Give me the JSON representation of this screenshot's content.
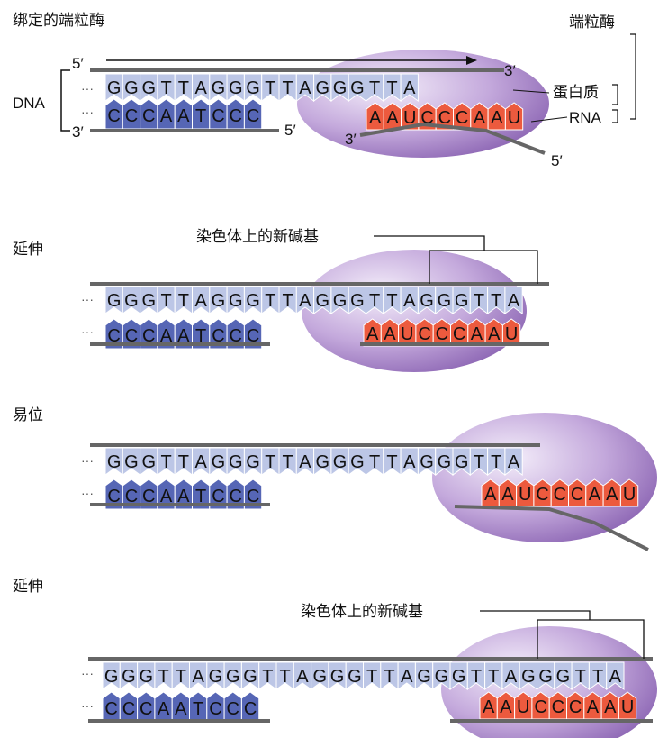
{
  "title": "绑定的端粒酶",
  "labels": {
    "telomerase": "端粒酶",
    "protein": "蛋白质",
    "rna": "RNA",
    "dna": "DNA",
    "new_bases": "染色体上的新碱基",
    "prime5": "5′",
    "prime3": "3′",
    "dots": "···"
  },
  "stages": [
    {
      "label": "",
      "top": "GGGTTAGGGTTAGGGTTA",
      "bottom": "CCCAATCCC",
      "rna": "AAUCCCAAU"
    },
    {
      "label": "延伸",
      "top": "GGGTTAGGGTTAGGGTTAGGGTTA",
      "bottom": "CCCAATCCC",
      "rna": "AAUCCCAAU"
    },
    {
      "label": "易位",
      "top": "GGGTTAGGGTTAGGGTTAGGGTTA",
      "bottom": "CCCAATCCC",
      "rna": "AAUCCCAAU"
    },
    {
      "label": "延伸",
      "top": "GGGTTAGGGTTAGGGTTAGGGTTAGGGTTA",
      "bottom": "CCCAATCCC",
      "rna": "AAUCCCAAU"
    }
  ],
  "colors": {
    "top_strand": "#bcc6e6",
    "bottom_strand": "#5666b5",
    "rna": "#ec5a3e",
    "enzyme_light": "#efe6f6",
    "enzyme_dark": "#8a63b2",
    "backbone": "#666666"
  }
}
